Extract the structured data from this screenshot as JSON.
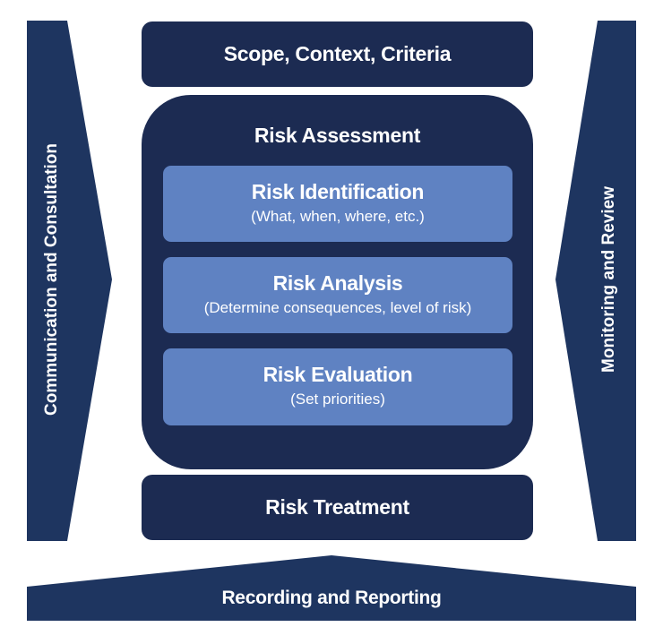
{
  "colors": {
    "dark_navy": "#1c2b52",
    "arrow_navy": "#1e3560",
    "light_blue": "#5f82c2",
    "text": "#ffffff"
  },
  "left_arrow": {
    "label": "Communication and Consultation",
    "direction": "right"
  },
  "right_arrow": {
    "label": "Monitoring and Review",
    "direction": "left"
  },
  "bottom_arrow": {
    "label": "Recording and Reporting",
    "direction": "up"
  },
  "scope_box": {
    "label": "Scope, Context, Criteria"
  },
  "risk_assessment": {
    "title": "Risk Assessment",
    "steps": [
      {
        "title": "Risk Identification",
        "subtitle": "(What, when, where, etc.)"
      },
      {
        "title": "Risk Analysis",
        "subtitle": "(Determine consequences, level of risk)"
      },
      {
        "title": "Risk Evaluation",
        "subtitle": "(Set priorities)"
      }
    ]
  },
  "treatment_box": {
    "label": "Risk Treatment"
  }
}
